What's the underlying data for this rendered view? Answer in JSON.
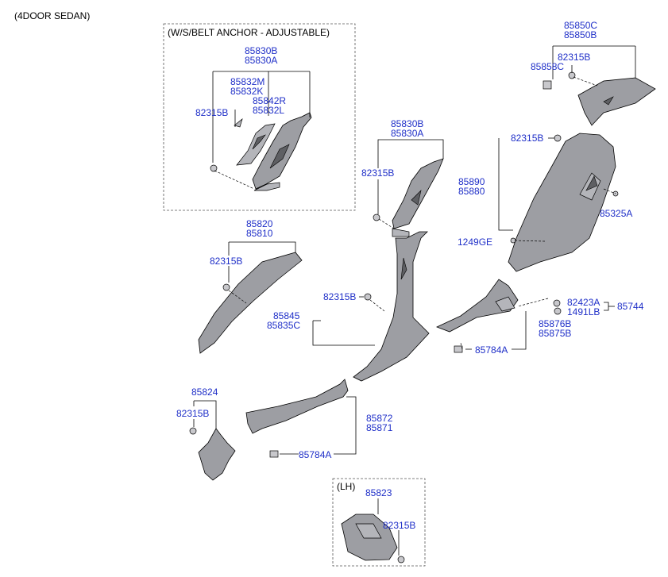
{
  "header": "(4DOOR SEDAN)",
  "boxes": {
    "belt_anchor": "(W/S/BELT ANCHOR - ADJUSTABLE)",
    "lh": "(LH)"
  },
  "labels": {
    "p85830B_a": "85830B",
    "p85830A_a": "85830A",
    "p85832M": "85832M",
    "p85832K": "85832K",
    "p85842R": "85842R",
    "p85832L": "85832L",
    "p82315B_a": "82315B",
    "p85850C": "85850C",
    "p85850B": "85850B",
    "p82315B_b": "82315B",
    "p85858C": "85858C",
    "p85830B_b": "85830B",
    "p85830A_b": "85830A",
    "p82315B_c": "82315B",
    "p82315B_d": "82315B",
    "p85890": "85890",
    "p85880": "85880",
    "p85325A": "85325A",
    "p1249GE": "1249GE",
    "p85820": "85820",
    "p85810": "85810",
    "p82315B_e": "82315B",
    "p82315B_f": "82315B",
    "p85845": "85845",
    "p85835C": "85835C",
    "p82423A": "82423A",
    "p1491LB": "1491LB",
    "p85744": "85744",
    "p85876B": "85876B",
    "p85875B": "85875B",
    "p85784A_a": "85784A",
    "p85824": "85824",
    "p82315B_g": "82315B",
    "p85872": "85872",
    "p85871": "85871",
    "p85784A_b": "85784A",
    "p85823": "85823",
    "p82315B_h": "82315B"
  }
}
